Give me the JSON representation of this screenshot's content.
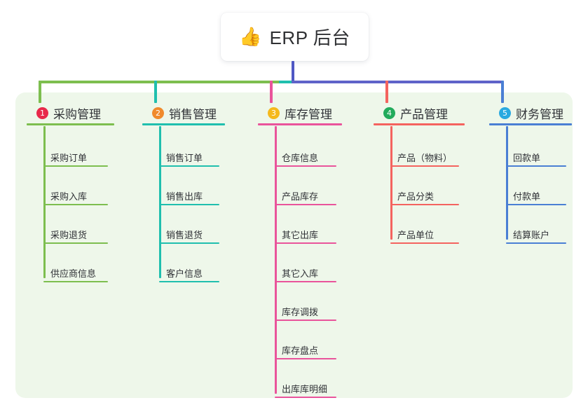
{
  "diagram": {
    "title": "ERP 后台",
    "root": {
      "emoji": "👍",
      "label": "ERP 后台",
      "emoji_name": "thumbs-up-emoji"
    },
    "background_color": "#eef7ea",
    "root_connector_color": "#4f58c4",
    "columns": [
      {
        "index": "1",
        "title": "采购管理",
        "badge_color": "#e8294a",
        "line_color": "#7dbe4f",
        "items": [
          "采购订单",
          "采购入库",
          "采购退货",
          "供应商信息"
        ]
      },
      {
        "index": "2",
        "title": "销售管理",
        "badge_color": "#f08a2c",
        "line_color": "#20bfae",
        "items": [
          "销售订单",
          "销售出库",
          "销售退货",
          "客户信息"
        ]
      },
      {
        "index": "3",
        "title": "库存管理",
        "badge_color": "#f5b91c",
        "line_color": "#e9549b",
        "items": [
          "仓库信息",
          "产品库存",
          "其它出库",
          "其它入库",
          "库存调拨",
          "库存盘点",
          "出库库明细"
        ]
      },
      {
        "index": "4",
        "title": "产品管理",
        "badge_color": "#22ab5c",
        "line_color": "#f4635f",
        "items": [
          "产品（物料）",
          "产品分类",
          "产品单位"
        ]
      },
      {
        "index": "5",
        "title": "财务管理",
        "badge_color": "#29a9e0",
        "line_color": "#4a7fd4",
        "items": [
          "回款单",
          "付款单",
          "结算账户"
        ]
      }
    ],
    "trunk_segments": [
      {
        "name": "segment-purchase",
        "color": "#7dbe4f"
      },
      {
        "name": "segment-sales",
        "color": "#20bfae"
      },
      {
        "name": "segment-right",
        "color": "#5f63c9"
      }
    ]
  }
}
